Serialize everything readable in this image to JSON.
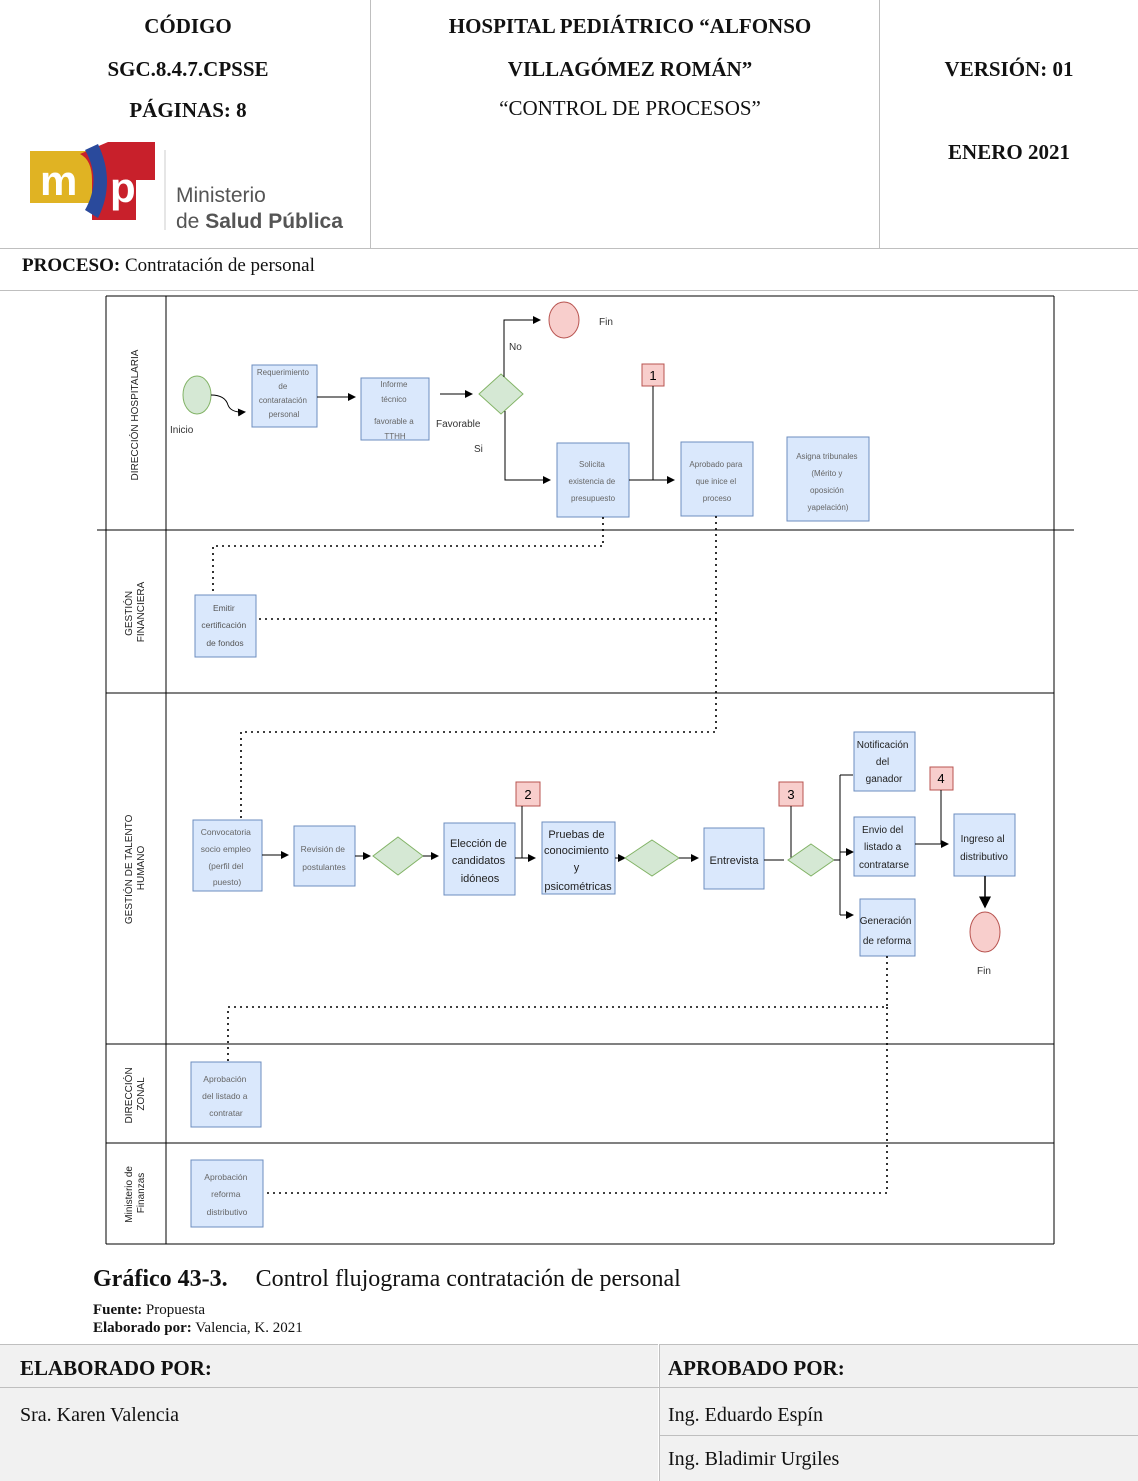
{
  "header": {
    "code_label": "CÓDIGO",
    "code_value": "SGC.8.4.7.CPSSE",
    "pages": "PÁGINAS: 8",
    "hospital_line1": "HOSPITAL PEDIÁTRICO “ALFONSO",
    "hospital_line2": "VILLAGÓMEZ ROMÁN”",
    "subtitle": "“CONTROL DE PROCESOS”",
    "version": "VERSIÓN: 01",
    "date": "ENERO 2021",
    "logo": {
      "letters_left": "m",
      "letters_right": "p",
      "line1": "Ministerio",
      "line2_prefix": "de ",
      "line2_bold": "Salud Pública",
      "colors": {
        "yellow": "#e0b323",
        "blue": "#2a4a9c",
        "red": "#c8202b"
      }
    }
  },
  "process": {
    "label": "PROCESO:",
    "value": "Contratación de personal"
  },
  "flow": {
    "lanes": [
      "DIRECCIÓN HOSPITALARIA",
      "GESTIÓN FINANCIERA",
      "GESTIÓN DE TALENTO HUMANO",
      "DIRECCIÓN ZONAL",
      "Ministerio de Finanzas"
    ],
    "lane_lines": {
      "dir_hosp": [
        "DIRECCIÓN HOSPITALARIA"
      ],
      "gest_fin": [
        "GESTIÓN",
        "FINANCIERA"
      ],
      "gest_th": [
        "GESTIÓN DE TALENTO",
        "HUMANO"
      ],
      "dir_zonal": [
        "DIRECCIÓN",
        "ZONAL"
      ],
      "min_fin": [
        "Ministerio de",
        "Finanzas"
      ]
    },
    "start_label": "Inicio",
    "end_label_1": "Fin",
    "end_label_2": "Fin",
    "decision_labels": {
      "no": "No",
      "favorable": "Favorable",
      "si": "Si"
    },
    "markers": [
      "1",
      "2",
      "3",
      "4"
    ],
    "boxes": {
      "requerimiento": [
        "Requerimiento",
        "de",
        "contaratación",
        "personal"
      ],
      "informe": [
        "Informe",
        "técnico",
        "favorable a",
        "TTHH"
      ],
      "solicita": [
        "Solicita",
        "existencia de",
        "presupuesto"
      ],
      "aprobado": [
        "Aprobado para",
        "que inice el",
        "proceso"
      ],
      "tribunales": [
        "Asigna tribunales",
        "(Mérito y",
        "oposición",
        "yapelación)"
      ],
      "emitir": [
        "Emitir",
        "certificación",
        "de fondos"
      ],
      "convocatoria": [
        "Convocatoria",
        "socio empleo",
        "(perfil del",
        "puesto)"
      ],
      "revision": [
        "Revisión de",
        "postulantes"
      ],
      "eleccion": [
        "Elección de",
        "candidatos",
        "idóneos"
      ],
      "pruebas": [
        "Pruebas de",
        "conocimiento",
        "y",
        "psicométricas"
      ],
      "entrevista": [
        "Entrevista"
      ],
      "notificacion": [
        "Notificación",
        "del",
        "ganador"
      ],
      "envio": [
        "Envio del",
        "listado a",
        "contratarse"
      ],
      "generacion": [
        "Generación",
        "de reforma"
      ],
      "ingreso": [
        "Ingreso al",
        "distributivo"
      ],
      "aprob_listado": [
        "Aprobación",
        "del listado a",
        "contratar"
      ],
      "aprob_reforma": [
        "Aprobación",
        "reforma",
        "distributivo"
      ]
    },
    "colors": {
      "box_fill": "#dae8fc",
      "box_stroke": "#6c8ebf",
      "diamond_fill": "#d5e8d4",
      "diamond_stroke": "#82b366",
      "end_fill": "#f8cecc",
      "end_stroke": "#b85450"
    }
  },
  "caption": {
    "number": "Gráfico 43-3.",
    "title": "Control flujograma contratación de personal",
    "source_label": "Fuente:",
    "source_value": "Propuesta",
    "author_label": "Elaborado por:",
    "author_value": "Valencia, K. 2021"
  },
  "footer": {
    "elaborado_label": "ELABORADO POR:",
    "elaborado_name": "Sra. Karen Valencia",
    "aprobado_label": "APROBADO POR:",
    "aprobado_name1": "Ing. Eduardo Espín",
    "aprobado_name2": "Ing. Bladimir Urgiles"
  }
}
